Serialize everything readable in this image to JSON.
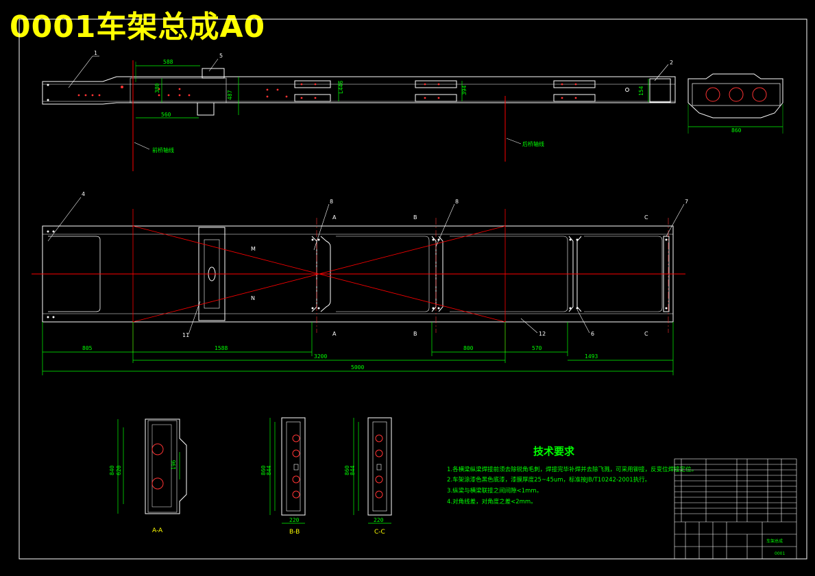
{
  "drawing_title": "0001车架总成A0",
  "top_view": {
    "dimensions": [
      "588",
      "560",
      "380",
      "487",
      "L446",
      "394",
      "154"
    ],
    "part_markers": [
      "1",
      "5",
      "2"
    ],
    "axle_labels": [
      "前桥轴线",
      "后桥轴线"
    ]
  },
  "end_view": {
    "width": "860"
  },
  "plan_view": {
    "dimensions": [
      "805",
      "1588",
      "3200",
      "800",
      "570",
      "1493",
      "5000"
    ],
    "section_letters": [
      "A",
      "A",
      "B",
      "B",
      "C",
      "C"
    ],
    "part_markers": [
      "4",
      "8",
      "8",
      "7",
      "11",
      "12",
      "6"
    ],
    "center_marks": [
      "M",
      "N"
    ]
  },
  "sections": [
    {
      "label": "A-A",
      "height_outer": "840",
      "height_inner": "620",
      "extra": "196"
    },
    {
      "label": "B-B",
      "height_outer": "860",
      "height_inner": "844",
      "width": "220"
    },
    {
      "label": "C-C",
      "height_outer": "860",
      "height_inner": "844",
      "width": "220"
    }
  ],
  "technical_requirements": {
    "title": "技术要求",
    "items": [
      "1.各横梁纵梁焊接前须去除锐角毛刺，焊接完毕补焊并去除飞溅，可采用铆接，反变位焊接定位。",
      "2.车架涂漆色黑色底漆，漆膜厚度25~45um，标准按JB/T10242-2001执行。",
      "3.纵梁与横梁联接之间间隙<1mm。",
      "4.对角线差，对角度之差<2mm。"
    ]
  },
  "title_block": {
    "name": "车架总成",
    "code": "0001"
  },
  "colors": {
    "background": "#000000",
    "outline": "#ffffff",
    "dimension": "#00ff00",
    "centerline": "#ff0000",
    "title": "#ffff00"
  }
}
